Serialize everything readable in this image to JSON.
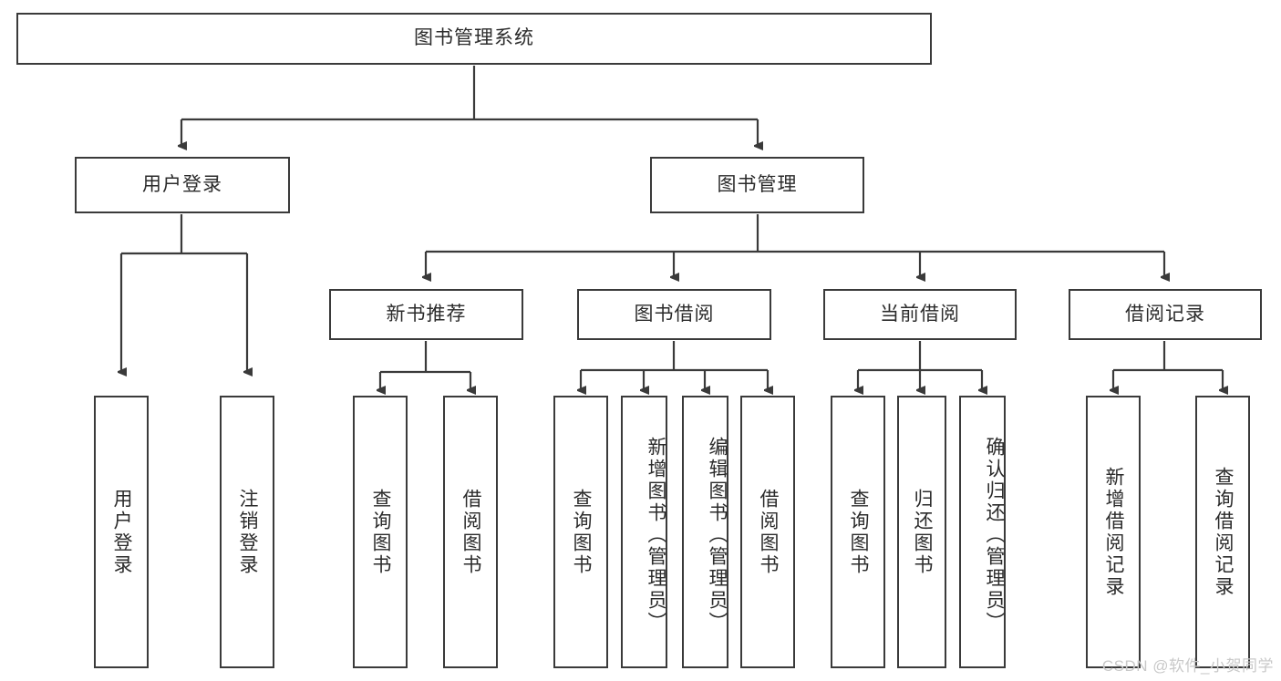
{
  "diagram": {
    "title": "图书管理系统",
    "type": "tree",
    "root": {
      "label": "图书管理系统"
    },
    "level2": [
      {
        "label": "用户登录"
      },
      {
        "label": "图书管理"
      }
    ],
    "level3": [
      {
        "label": "新书推荐"
      },
      {
        "label": "图书借阅"
      },
      {
        "label": "当前借阅"
      },
      {
        "label": "借阅记录"
      }
    ],
    "leaves": {
      "user_login": [
        {
          "label": "用户登录"
        },
        {
          "label": "注销登录"
        }
      ],
      "new_book_recommend": [
        {
          "label": "查询图书"
        },
        {
          "label": "借阅图书"
        }
      ],
      "book_borrow": [
        {
          "label": "查询图书"
        },
        {
          "label": "新增图书（管理员）"
        },
        {
          "label": "编辑图书（管理员）"
        },
        {
          "label": "借阅图书"
        }
      ],
      "current_borrow": [
        {
          "label": "查询图书"
        },
        {
          "label": "归还图书"
        },
        {
          "label": "确认归还（管理员）"
        }
      ],
      "borrow_record": [
        {
          "label": "新增借阅记录"
        },
        {
          "label": "查询借阅记录"
        }
      ]
    }
  },
  "watermark": {
    "text": "CSDN @软件_小贺同学"
  },
  "colors": {
    "border": "#3a3a3a",
    "text": "#2b2b2b",
    "background": "#ffffff",
    "watermark": "#c9c9c9"
  }
}
